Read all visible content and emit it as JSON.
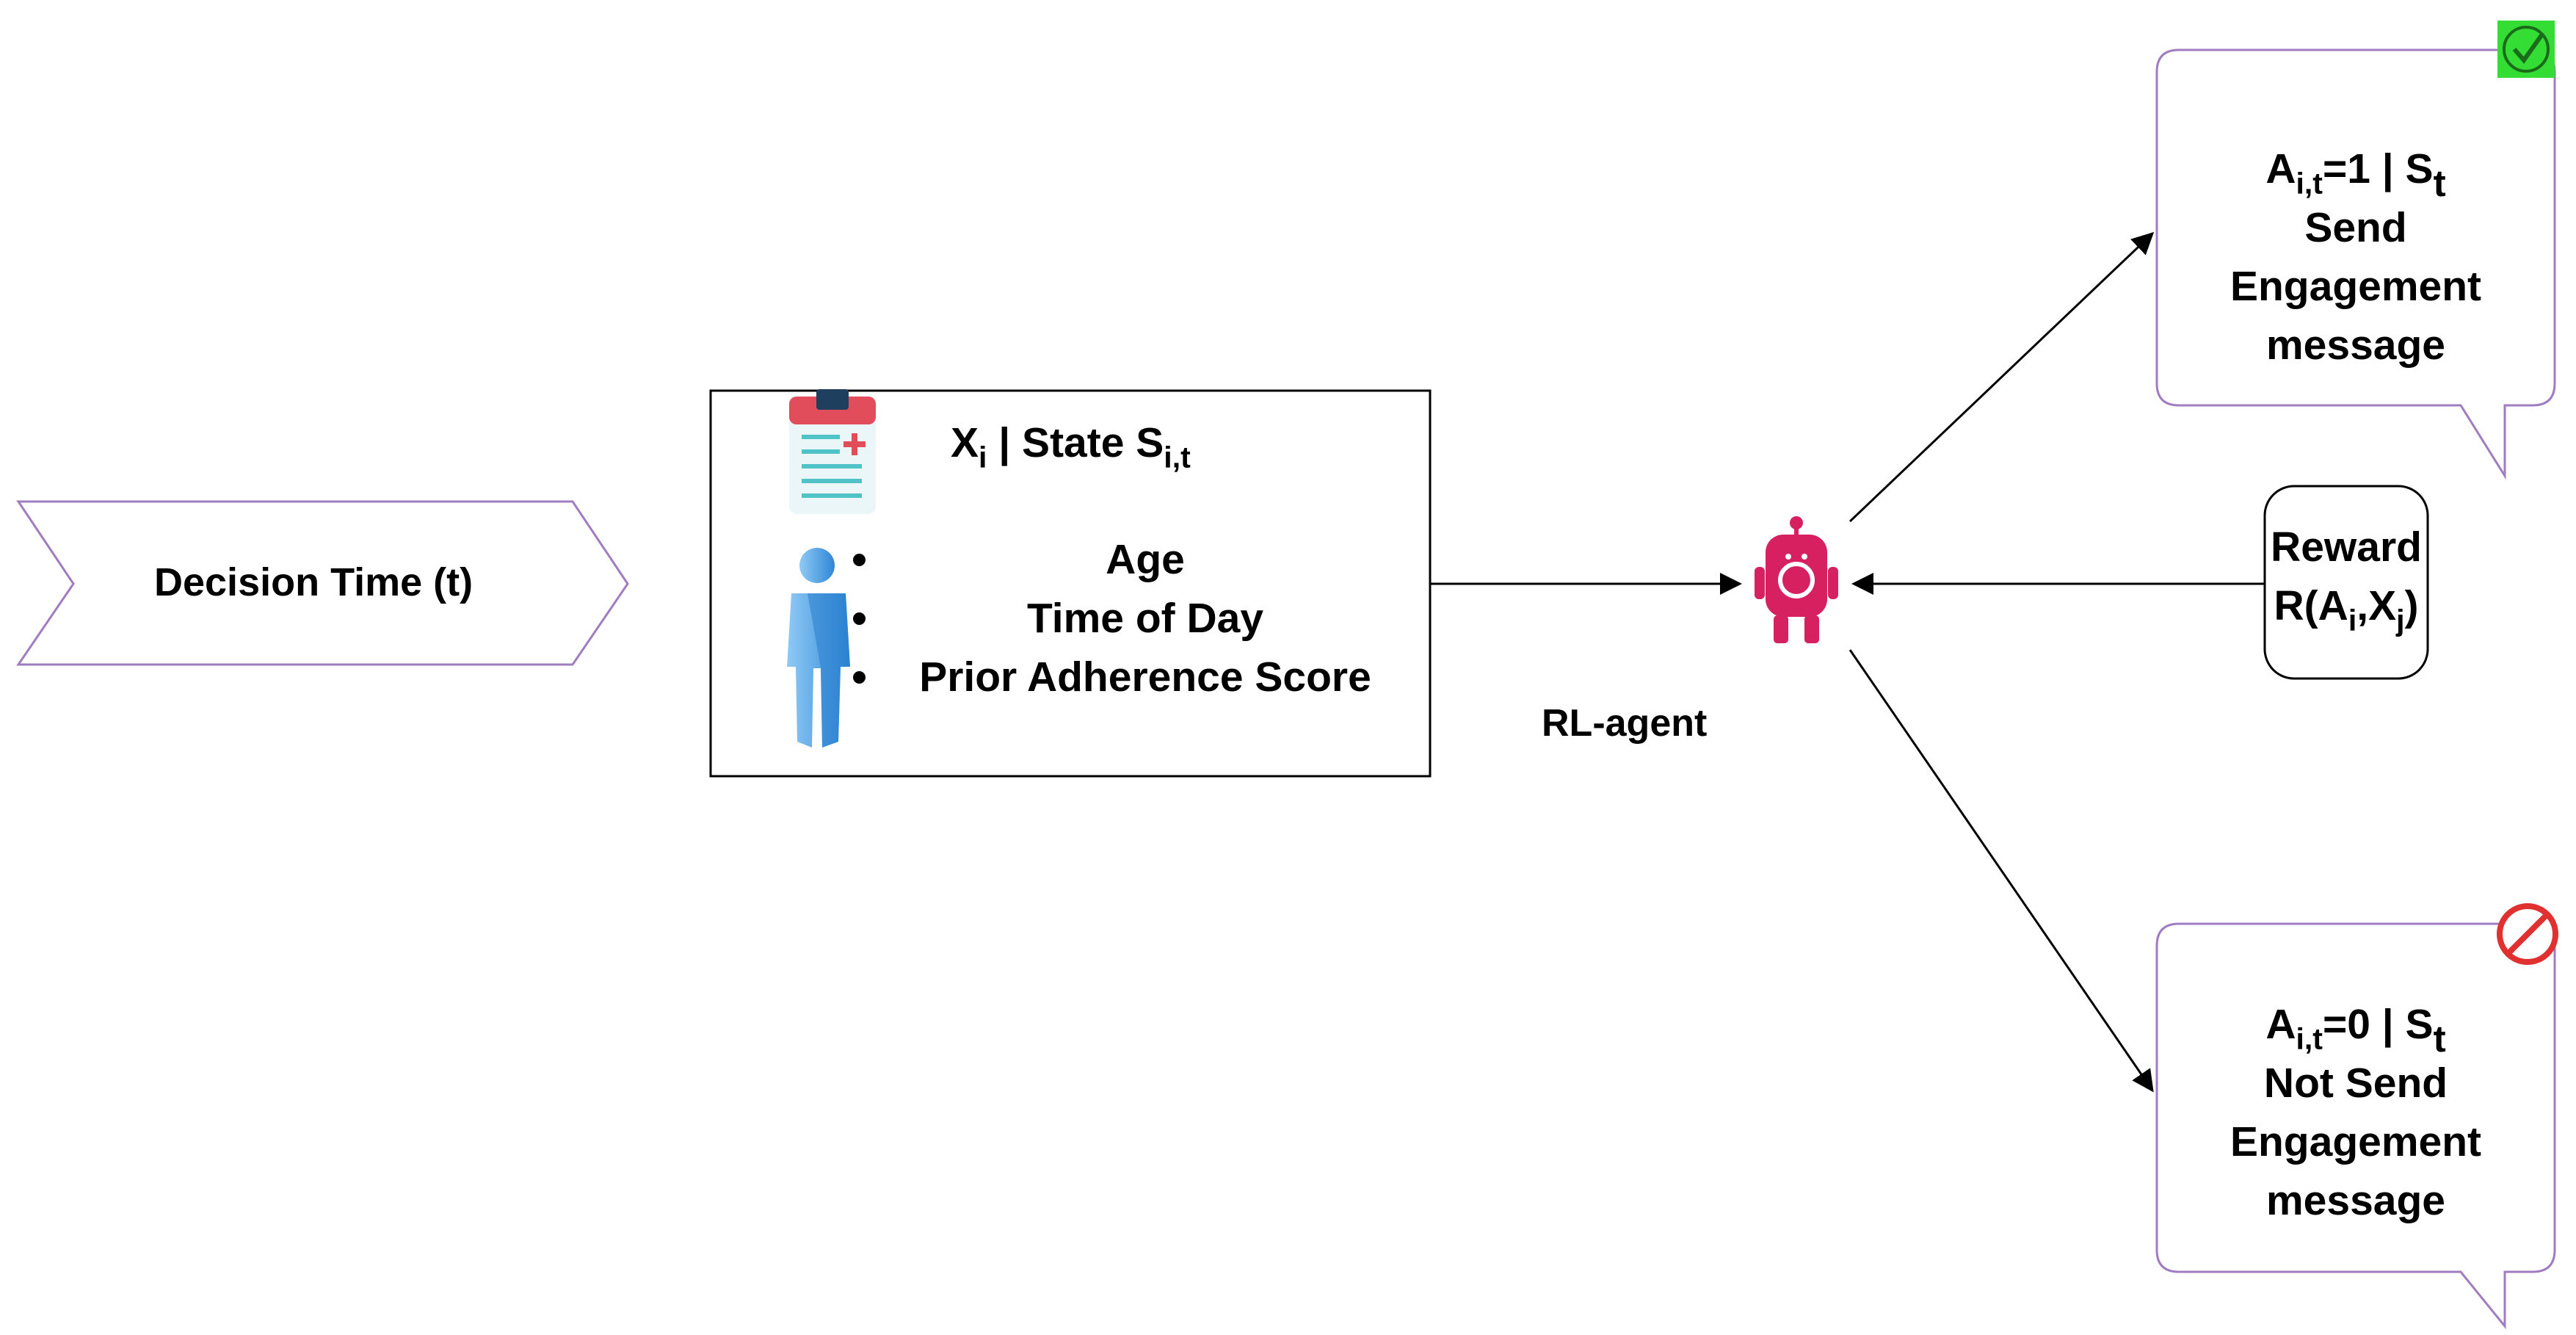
{
  "decision_time": {
    "label": "Decision Time (t)"
  },
  "state_box": {
    "title_x": "X",
    "title_x_sub": "i",
    "title_sep": " | State S",
    "title_s_sub": "i,t",
    "features": [
      "Age",
      "Time of Day",
      "Prior Adherence Score"
    ]
  },
  "agent": {
    "label": "RL-agent"
  },
  "reward": {
    "line1": "Reward",
    "line2_prefix": "R(A",
    "line2_sub1": "i",
    "line2_mid": ",X",
    "line2_sub2": "j",
    "line2_suffix": ")"
  },
  "action_send": {
    "var": "A",
    "var_sub": "i,t",
    "eq": "=1 | S",
    "state_sub": "t",
    "line2": "Send",
    "line3": "Engagement",
    "line4": "message"
  },
  "action_not_send": {
    "var": "A",
    "var_sub": "i,t",
    "eq": "=0 | S",
    "state_sub": "t",
    "line2": "Not Send",
    "line3": "Engagement",
    "line4": "message"
  },
  "icons": {
    "clipboard": "medical-clipboard-icon",
    "person": "person-icon",
    "robot": "robot-icon",
    "check": "check-icon",
    "prohibited": "prohibited-icon"
  },
  "colors": {
    "purple_outline": "#a07dc0",
    "robot": "#d6205f",
    "check_bg": "#33dd33",
    "prohibited": "#e03030",
    "person": "#4aa3e8"
  }
}
